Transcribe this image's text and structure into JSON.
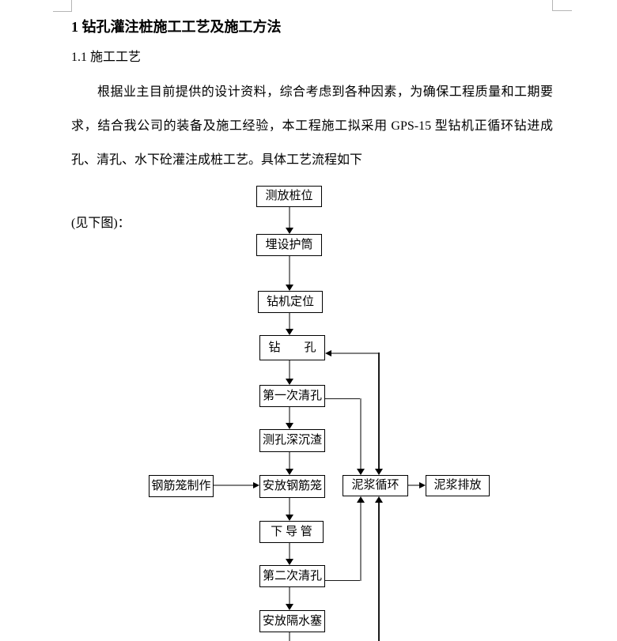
{
  "document": {
    "title": "1 钻孔灌注桩施工工艺及施工方法",
    "section_heading": "1.1 施工工艺",
    "paragraph": "根据业主目前提供的设计资料，综合考虑到各种因素，为确保工程质量和工期要求，结合我公司的装备及施工经验，本工程施工拟采用 GPS-15 型钻机正循环钻进成孔、清孔、水下砼灌注成桩工艺。具体工艺流程如下",
    "see_note": "(见下图)："
  },
  "flowchart": {
    "nodes": [
      {
        "id": "survey-pile-position",
        "label": "测放桩位"
      },
      {
        "id": "bury-casing",
        "label": "埋设护筒"
      },
      {
        "id": "rig-positioning",
        "label": "钻机定位"
      },
      {
        "id": "drilling",
        "label": "钻　　孔"
      },
      {
        "id": "first-hole-cleaning",
        "label": "第一次清孔"
      },
      {
        "id": "measure-depth-sediment",
        "label": "测孔深沉渣"
      },
      {
        "id": "install-rebar-cage",
        "label": "安放钢筋笼"
      },
      {
        "id": "lower-conduit",
        "label": "下 导 管"
      },
      {
        "id": "second-hole-cleaning",
        "label": "第二次清孔"
      },
      {
        "id": "install-water-plug",
        "label": "安放隔水塞"
      },
      {
        "id": "rebar-cage-fabrication",
        "label": "钢筋笼制作"
      },
      {
        "id": "mud-circulation",
        "label": "泥浆循环"
      },
      {
        "id": "mud-discharge",
        "label": "泥浆排放"
      }
    ],
    "edges": [
      {
        "from": "survey-pile-position",
        "to": "bury-casing"
      },
      {
        "from": "bury-casing",
        "to": "rig-positioning"
      },
      {
        "from": "rig-positioning",
        "to": "drilling"
      },
      {
        "from": "drilling",
        "to": "first-hole-cleaning"
      },
      {
        "from": "first-hole-cleaning",
        "to": "measure-depth-sediment"
      },
      {
        "from": "measure-depth-sediment",
        "to": "install-rebar-cage"
      },
      {
        "from": "install-rebar-cage",
        "to": "lower-conduit"
      },
      {
        "from": "lower-conduit",
        "to": "second-hole-cleaning"
      },
      {
        "from": "second-hole-cleaning",
        "to": "install-water-plug"
      },
      {
        "from": "rebar-cage-fabrication",
        "to": "install-rebar-cage"
      },
      {
        "from": "first-hole-cleaning",
        "to": "mud-circulation"
      },
      {
        "from": "mud-circulation",
        "to": "drilling"
      },
      {
        "from": "second-hole-cleaning",
        "to": "mud-circulation"
      },
      {
        "from": "below-diagram",
        "to": "mud-circulation"
      },
      {
        "from": "mud-circulation",
        "to": "mud-discharge"
      }
    ]
  },
  "colors": {
    "text": "#000000",
    "box_border": "#000000",
    "connector_gray": "#808080",
    "connector_black": "#1a1a1a",
    "margin_mark": "#b5b5b5",
    "background": "#ffffff"
  }
}
